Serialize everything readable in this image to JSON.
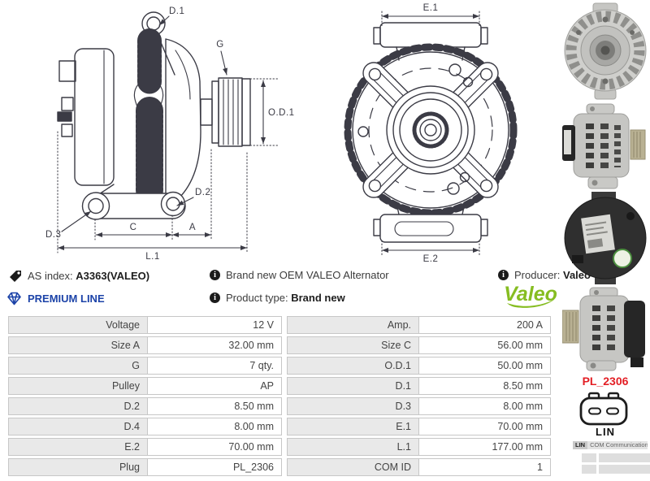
{
  "drawings": {
    "side_view": {
      "labels": {
        "d1": "D.1",
        "g": "G",
        "od1": "O.D.1",
        "d2": "D.2",
        "d3": "D.3",
        "c": "C",
        "a": "A",
        "l1": "L.1"
      }
    },
    "front_view": {
      "labels": {
        "e1": "E.1",
        "e2": "E.2"
      }
    }
  },
  "info": {
    "as_index": {
      "label": "AS index:",
      "value": "A3363(VALEO)"
    },
    "description": "Brand new OEM VALEO Alternator",
    "producer": {
      "label": "Producer:",
      "value": "Valeo"
    },
    "premium_line": "PREMIUM LINE",
    "product_type": {
      "label": "Product type:",
      "value": "Brand new"
    },
    "brand_logo": "Valeo"
  },
  "specs": {
    "rows": [
      {
        "l1": "Voltage",
        "v1": "12 V",
        "l2": "Amp.",
        "v2": "200 A"
      },
      {
        "l1": "Size A",
        "v1": "32.00 mm",
        "l2": "Size C",
        "v2": "56.00 mm"
      },
      {
        "l1": "G",
        "v1": "7 qty.",
        "l2": "O.D.1",
        "v2": "50.00 mm"
      },
      {
        "l1": "Pulley",
        "v1": "AP",
        "l2": "D.1",
        "v2": "8.50 mm"
      },
      {
        "l1": "D.2",
        "v1": "8.50 mm",
        "l2": "D.3",
        "v2": "8.00 mm"
      },
      {
        "l1": "D.4",
        "v1": "8.00 mm",
        "l2": "E.1",
        "v2": "70.00 mm"
      },
      {
        "l1": "E.2",
        "v1": "70.00 mm",
        "l2": "L.1",
        "v2": "177.00 mm"
      },
      {
        "l1": "Plug",
        "v1": "PL_2306",
        "l2": "COM ID",
        "v2": "1"
      }
    ]
  },
  "sidebar": {
    "plug_code": "PL_2306",
    "connector_label": "LIN",
    "com_row": {
      "key": "LIN",
      "value": "COM Communication"
    }
  },
  "colors": {
    "premium_blue": "#1c43a8",
    "valeo_green": "#86bd21",
    "plug_red": "#e31e24",
    "drawing_line": "#3b3b45",
    "table_label_bg": "#e9e9e9"
  }
}
